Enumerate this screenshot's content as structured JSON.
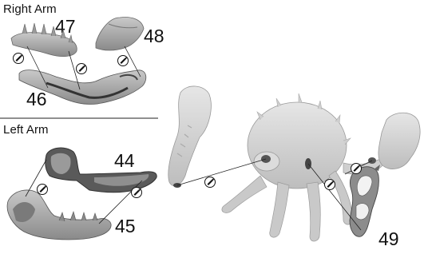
{
  "sections": {
    "right_arm": "Right Arm",
    "left_arm": "Left Arm"
  },
  "parts": {
    "p47": "47",
    "p48": "48",
    "p46": "46",
    "p44": "44",
    "p45": "45",
    "p49": "49"
  },
  "icons": {
    "glue": "glue-icon"
  }
}
